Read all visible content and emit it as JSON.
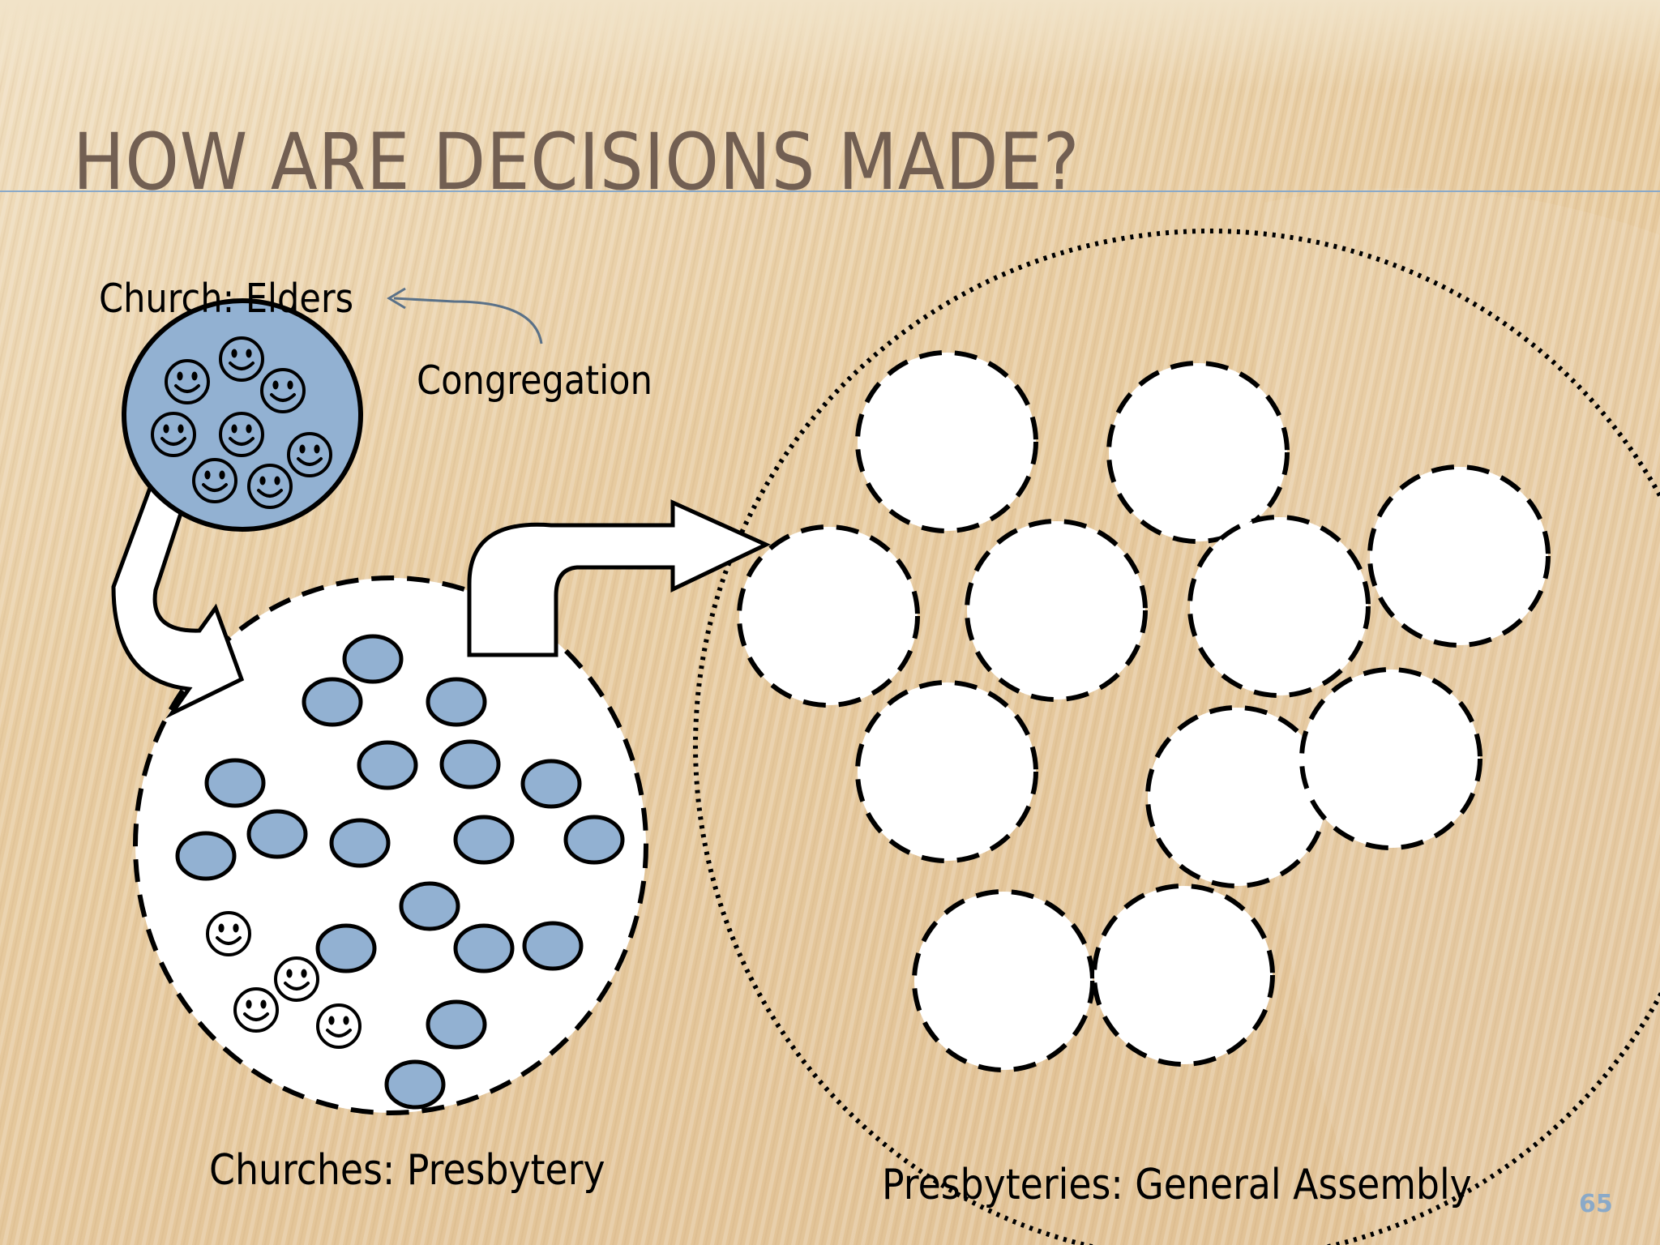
{
  "slide": {
    "title": "HOW ARE DECISIONS MADE?",
    "page_number": "65"
  },
  "labels": {
    "church_elders": "Church: Elders",
    "congregation": "Congregation",
    "churches_presbytery": "Churches: Presbytery",
    "presbyteries_general_assembly": "Presbyteries: General Assembly"
  },
  "colors": {
    "title": "#725f52",
    "church_fill": "#92b1d2",
    "accent_line": "#8aa9c8",
    "page_number": "#8aa9c8"
  },
  "icons": {
    "person": "smiley-face-icon"
  }
}
